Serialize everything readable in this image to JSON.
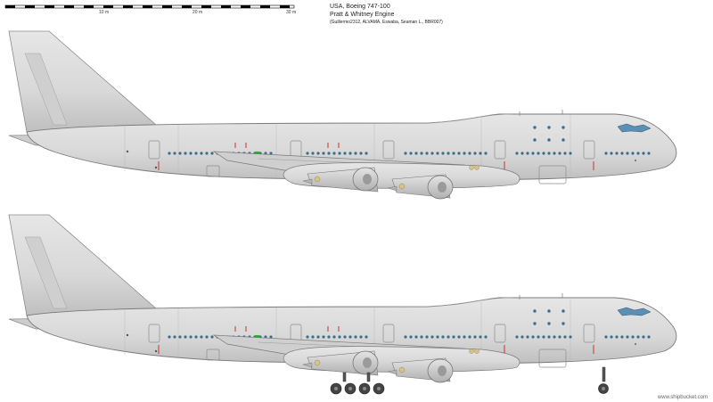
{
  "scale_bar": {
    "labels": [
      "10 m",
      "20 m",
      "30 m"
    ]
  },
  "info": {
    "title": "USA, Boeing 747-100",
    "subtitle": "Pratt & Whitney Engine",
    "authors": "(Guillermo2312, ALVAMA, Eswaba, Seaman L., BBR007)"
  },
  "credit": "www.shipbucket.com",
  "aircraft": [
    {
      "view": "gear-up"
    },
    {
      "view": "gear-down"
    }
  ],
  "colors": {
    "fuselage": "#d9d9d9",
    "outline": "#7a7a7a",
    "window": "#3c6e8c",
    "cockpit": "#5b8fb3",
    "door_mark": "#c83232",
    "engine": "#c8c8c8"
  }
}
